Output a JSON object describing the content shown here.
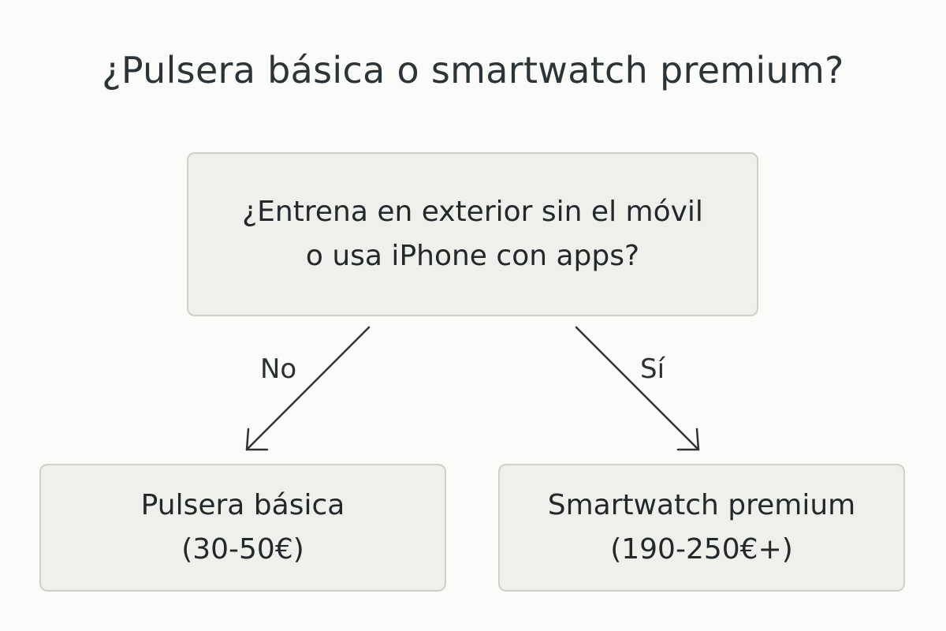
{
  "title": "¿Pulsera básica o smartwatch premium?",
  "nodes": {
    "question": {
      "lines": [
        "¿Entrena en exterior sin el móvil",
        "o usa iPhone con apps?"
      ]
    },
    "left": {
      "lines": [
        "Pulsera básica",
        "(30-50€)"
      ]
    },
    "right": {
      "lines": [
        "Smartwatch premium",
        "(190-250€+)"
      ]
    }
  },
  "edges": {
    "no": {
      "label": "No",
      "from": "question",
      "to": "left"
    },
    "si": {
      "label": "Sí",
      "from": "question",
      "to": "right"
    }
  },
  "colors": {
    "node_fill": "#efefec",
    "node_border": "#cfcfcb",
    "text": "#23282b",
    "arrow": "#2f3436",
    "background": "#fbfbfa"
  }
}
